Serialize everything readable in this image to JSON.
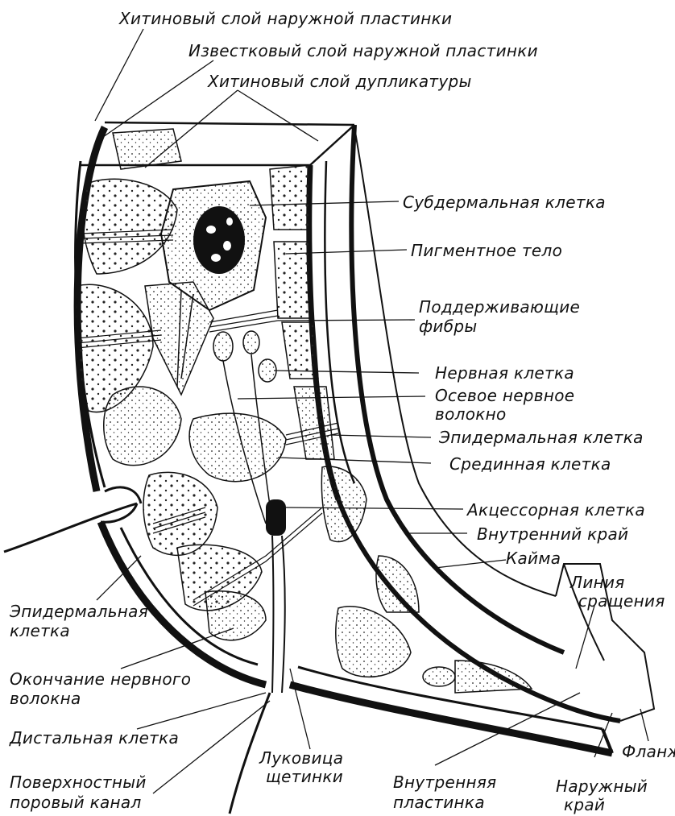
{
  "labels": {
    "chitin_outer": "Хитиновый слой наружной пластинки",
    "calc_outer": "Известковый слой наружной пластинки",
    "chitin_dup": "Хитиновый слой дупликатуры",
    "subdermal": "Субдермальная клетка",
    "pigment": "Пигментное тело",
    "support_1": "Поддерживающие",
    "support_2": "фибры",
    "nerve_cell": "Нервная клетка",
    "axial_1": "Осевое нервное",
    "axial_2": "волокно",
    "epidermal_r": "Эпидермальная клетка",
    "median": "Срединная клетка",
    "accessory": "Акцессорная клетка",
    "inner_edge": "Внутренний край",
    "border": "Кайма",
    "fusion_1": "Линия",
    "fusion_2": "сращения",
    "epidermal_l1": "Эпидермальная",
    "epidermal_l2": "клетка",
    "nerve_end_1": "Окончание нервного",
    "nerve_end_2": "волокна",
    "distal": "Дистальная клетка",
    "pore_1": "Поверхностный",
    "pore_2": "поровый канал",
    "bulb_1": "Луковица",
    "bulb_2": "щетинки",
    "inner_plate_1": "Внутренняя",
    "inner_plate_2": "пластинка",
    "flange": "Фланж",
    "outer_edge_1": "Наружный",
    "outer_edge_2": "край"
  }
}
